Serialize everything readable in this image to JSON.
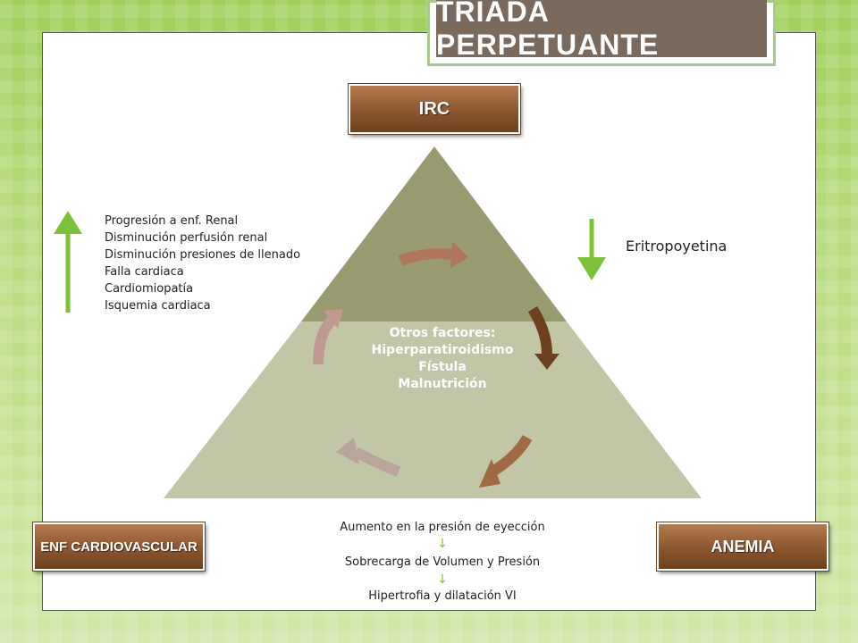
{
  "title": "TRIADA PERPETUANTE",
  "nodes": {
    "top": "IRC",
    "left": "ENF CARDIOVASCULAR",
    "right": "ANEMIA"
  },
  "left_list": [
    "Progresión a enf. Renal",
    "Disminución perfusión renal",
    "Disminución presiones de llenado",
    "Falla cardiaca",
    "Cardiomiopatía",
    "Isquemia cardiaca"
  ],
  "right_label": "Eritropoyetina",
  "center": {
    "heading": "Otros factores:",
    "items": [
      "Hiperparatiroidismo",
      "Fístula",
      "Malnutrición"
    ]
  },
  "bottom_sequence": [
    "Aumento en la presión de eyección",
    "Sobrecarga de Volumen y Presión",
    "Hipertrofia y dilatación VI"
  ],
  "colors": {
    "up_arrow": "#7bc23a",
    "down_arrow": "#7bc23a",
    "triangle_top": "#9a9a70",
    "triangle_bottom": "#c2c6a6",
    "node_brown": "#8a5630"
  }
}
